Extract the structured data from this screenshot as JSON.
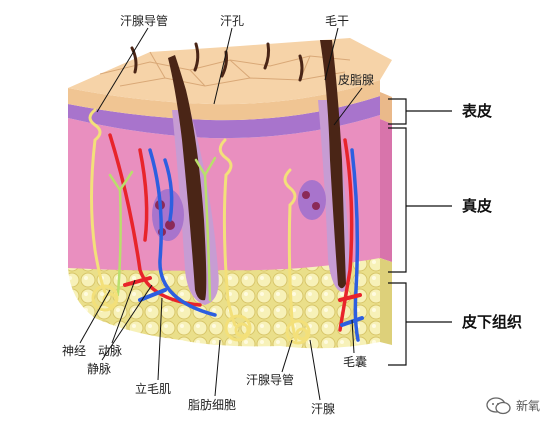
{
  "labels": {
    "sweat_duct_top": "汗腺导管",
    "pore": "汗孔",
    "hair_shaft": "毛干",
    "sebaceous_gland": "皮脂腺",
    "nerve": "神经",
    "artery": "动脉",
    "vein": "静脉",
    "arrector_pili": "立毛肌",
    "fat_cells": "脂肪细胞",
    "sweat_duct_bottom": "汗腺导管",
    "sweat_gland": "汗腺",
    "hair_follicle": "毛囊"
  },
  "layers": {
    "epidermis": "表皮",
    "dermis": "真皮",
    "subcutis": "皮下组织"
  },
  "watermark": {
    "text": "新氧",
    "icon": "wechat-icon"
  },
  "colors": {
    "epidermis": "#f6d3a8",
    "dermis": "#e98fbf",
    "basal": "#a874cc",
    "fat": "#f5efb0",
    "hair": "#4a2516",
    "artery": "#e8242b",
    "vein": "#2d5fe0",
    "nerve": "#b9df6c",
    "sweat": "#f3e07a"
  }
}
